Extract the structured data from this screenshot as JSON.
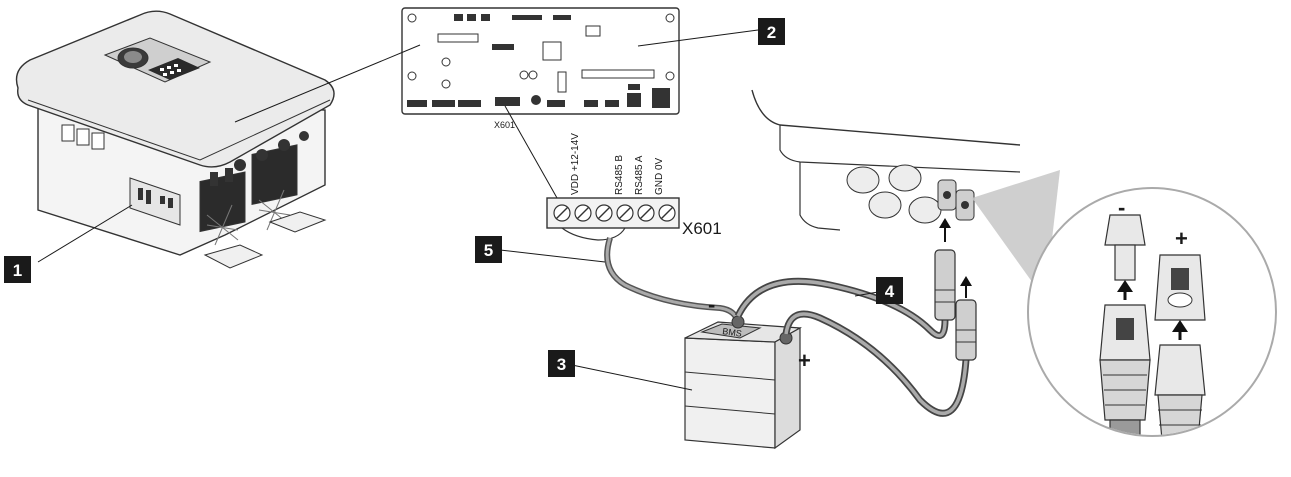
{
  "callouts": [
    {
      "id": "1",
      "label": "1"
    },
    {
      "id": "2",
      "label": "2"
    },
    {
      "id": "3",
      "label": "3"
    },
    {
      "id": "4",
      "label": "4"
    },
    {
      "id": "5",
      "label": "5"
    }
  ],
  "board": {
    "connector_ref": "X601"
  },
  "terminal": {
    "pins": [
      "VDD +12-14V",
      "RS485 B",
      "RS485 A",
      "GND 0V"
    ],
    "label": "X601"
  },
  "battery": {
    "bms_label": "BMS",
    "minus_sign": "-",
    "plus_sign": "+"
  },
  "detail": {
    "minus_sign": "-",
    "plus_sign": "+"
  }
}
